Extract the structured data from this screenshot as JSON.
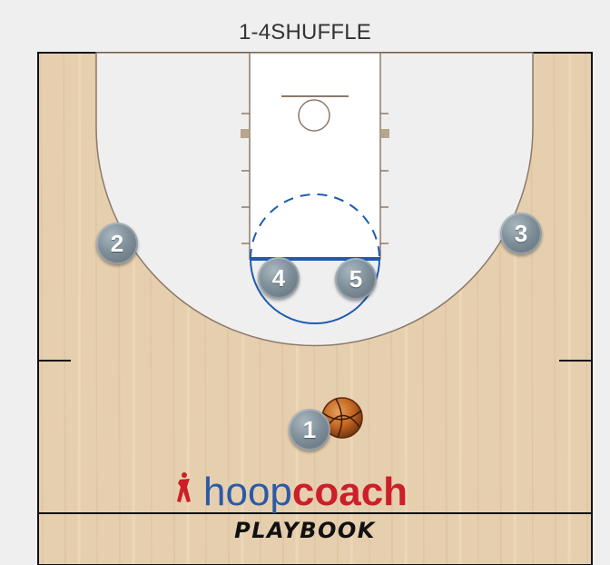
{
  "title": "1-4SHUFFLE",
  "players": [
    {
      "number": "1",
      "role": "ball-handler",
      "has_ball": true
    },
    {
      "number": "2",
      "role": "left-wing"
    },
    {
      "number": "3",
      "role": "right-wing"
    },
    {
      "number": "4",
      "role": "left-elbow"
    },
    {
      "number": "5",
      "role": "right-elbow"
    }
  ],
  "branding": {
    "hoop": "hoop",
    "coach": "coach",
    "sub": "PLAYBOOK"
  },
  "colors": {
    "court_wood": "#e6cfae",
    "paint": "#ffffff",
    "three_point_area": "#f0eff0",
    "free_throw_line": "#1f5cb0",
    "hoop_blue": "#2a5aa8",
    "coach_red": "#cc1f2a"
  }
}
